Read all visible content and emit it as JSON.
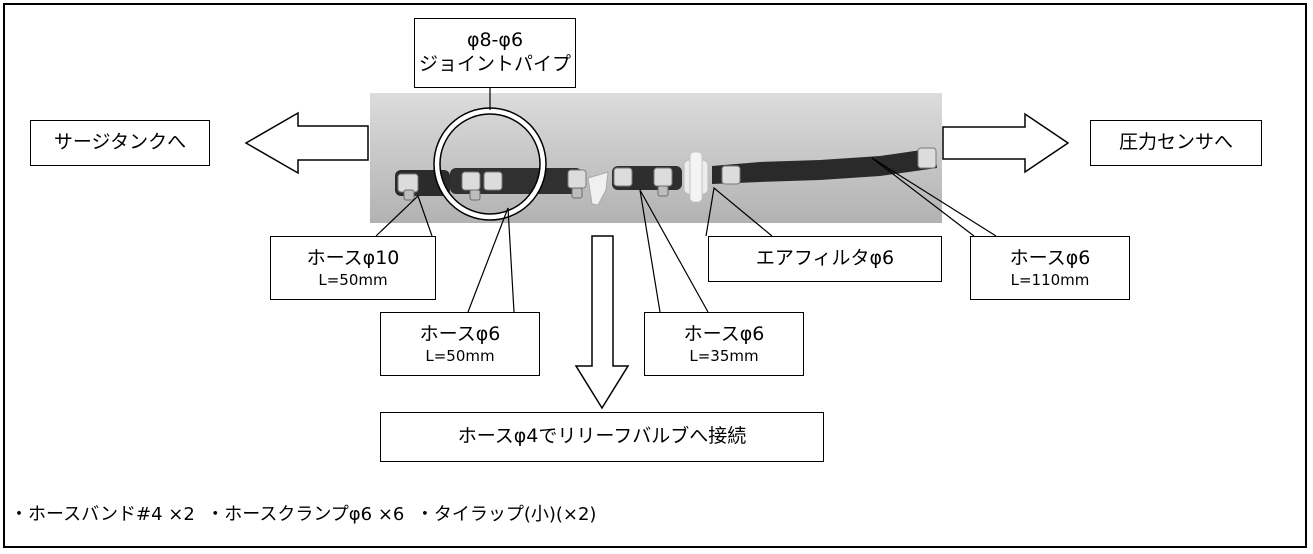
{
  "labels": {
    "joint_pipe_line1": "φ8-φ6",
    "joint_pipe_line2": "ジョイントパイプ",
    "surge_tank": "サージタンクへ",
    "pressure_sensor": "圧力センサへ",
    "hose10_line1": "ホースφ10",
    "hose10_line2": "L=50mm",
    "hose6_a_line1": "ホースφ6",
    "hose6_a_line2": "L=50mm",
    "hose6_b_line1": "ホースφ6",
    "hose6_b_line2": "L=35mm",
    "air_filter": "エアフィルタφ6",
    "hose6_c_line1": "ホースφ6",
    "hose6_c_line2": "L=110mm",
    "relief_valve": "ホースφ4でリリーフバルブへ接続"
  },
  "footer": {
    "parts_list": "・ホースバンド#4 ×2  ・ホースクランプφ6 ×6  ・タイラップ(小)(×2)"
  },
  "colors": {
    "photo_background": "#c8c8c8",
    "hose": "#2a2a2a",
    "clamp": "#d8d8d8",
    "filter": "#e6e6e6"
  }
}
